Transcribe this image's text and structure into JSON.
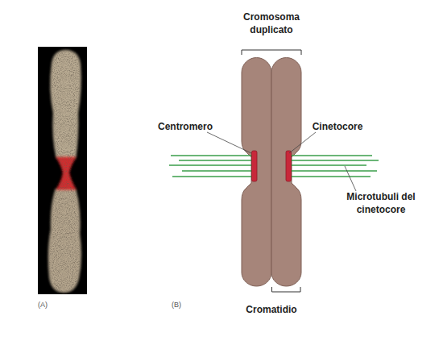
{
  "diagram": {
    "labels": [
      "Cromosoma duplicato",
      "Centromero",
      "Cinetocore",
      "Microtubuli del cinetocore",
      "Cromatidio",
      "(A)",
      "(B)"
    ]
  }
}
